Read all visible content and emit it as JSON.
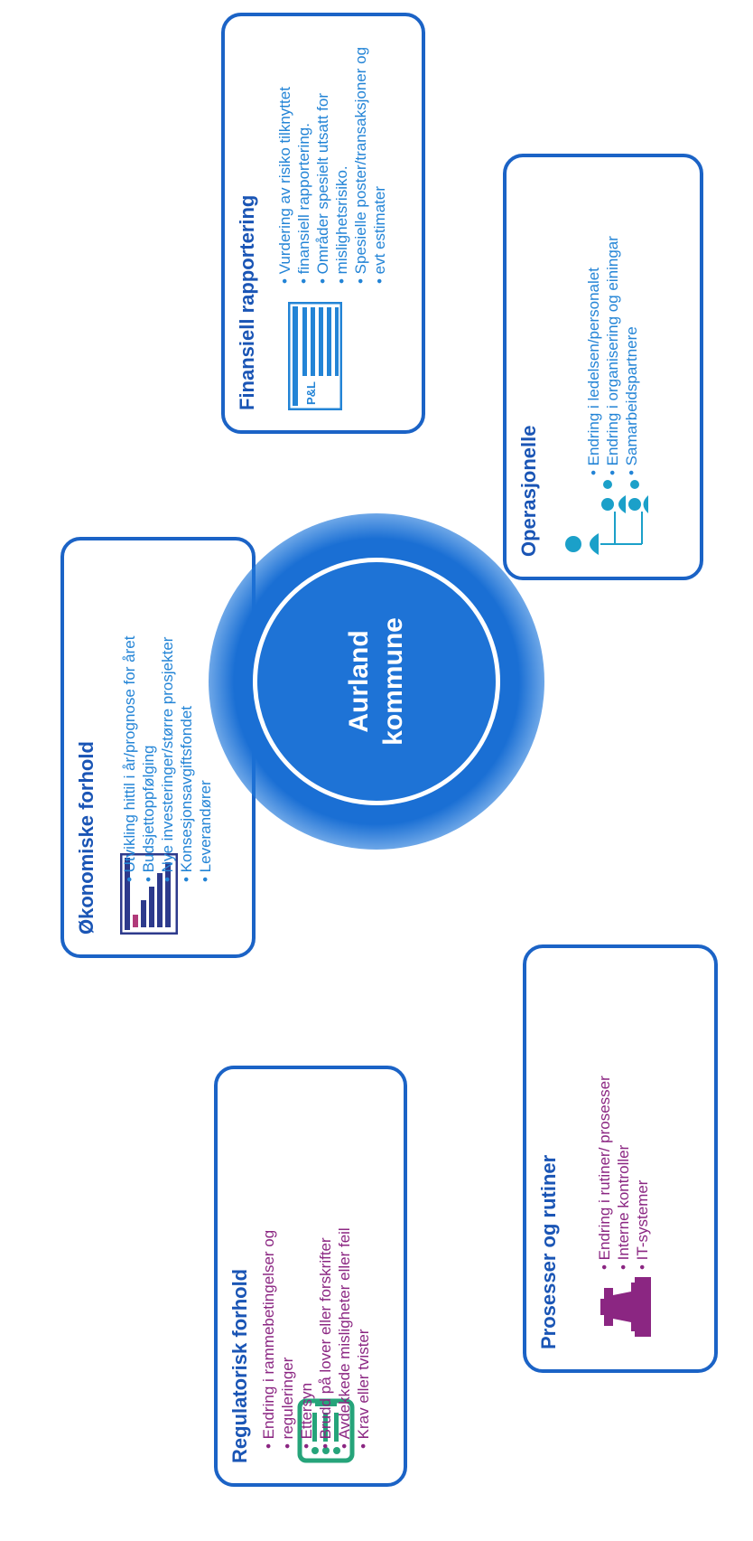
{
  "center": {
    "line1": "Aurland",
    "line2": "kommune"
  },
  "okonomiske": {
    "title": "Økonomiske forhold",
    "items": [
      "Utvikling hittil i år/prognose for året",
      "Budsjettoppfølging",
      "Nye investeringer/større prosjekter",
      "Konsesjonsavgiftsfondet",
      "Leverandører"
    ]
  },
  "finansiell": {
    "title": "Finansiell rapportering",
    "icon_label": "P&L",
    "items": [
      "Vurdering av risiko tilknyttet",
      "finansiell rapportering.",
      "Områder spesielt utsatt for",
      "mislighetsrisiko.",
      "Spesielle poster/transaksjoner og",
      "evt estimater"
    ]
  },
  "operasjonelle": {
    "title": "Operasjonelle",
    "items": [
      "Endring i ledelsen/personalet",
      "Endring i organisering og einingar",
      "Samarbeidspartnere"
    ]
  },
  "regulatorisk": {
    "title": "Regulatorisk forhold",
    "items": [
      "Endring i rammebetingelser og",
      "reguleringer",
      "Ettersyn",
      "Brudd på lover eller forskrifter",
      "Avdekkede misligheter eller feil",
      "Krav eller tvister"
    ]
  },
  "prosesser": {
    "title": "Prosesser og rutiner",
    "items": [
      "Endring i rutiner/ prosesser",
      "Interne kontroller",
      "IT-systemer"
    ]
  }
}
